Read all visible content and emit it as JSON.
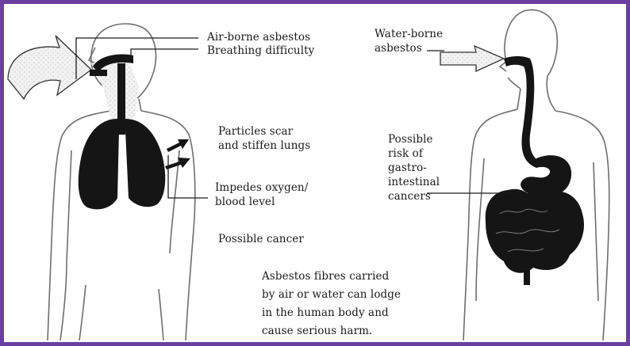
{
  "colors": {
    "frame": "#6a3fa0",
    "organ": "#151515",
    "outline": "#6e6e6e",
    "speckle": "#d9d9d9"
  },
  "left_figure": {
    "labels": {
      "airborne": "Air-borne asbestos",
      "breathing": "Breathing difficulty",
      "particles_line1": "Particles scar",
      "particles_line2": "and stiffen lungs",
      "impedes_line1": "Impedes oxygen/",
      "impedes_line2": "blood level",
      "cancer": "Possible cancer"
    }
  },
  "right_figure": {
    "labels": {
      "waterborne_line1": "Water-borne",
      "waterborne_line2": "asbestos",
      "risk_line1": "Possible",
      "risk_line2": "risk of",
      "risk_line3": "gastro-",
      "risk_line4": "intestinal",
      "risk_line5": "cancers"
    }
  },
  "caption": {
    "line1": "Asbestos fibres carried",
    "line2": "by air or water can lodge",
    "line3": "in the human body and",
    "line4": "cause serious harm."
  }
}
